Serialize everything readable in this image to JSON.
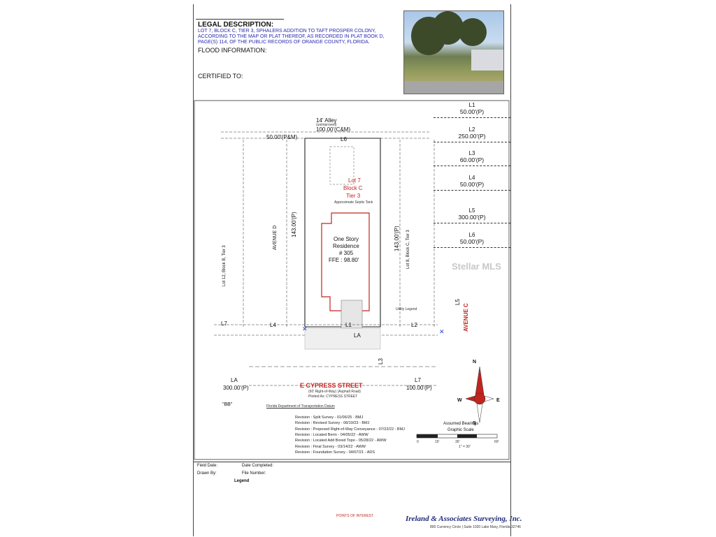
{
  "header": {
    "legal_heading": "LEGAL DESCRIPTION:",
    "legal_text": "LOT 7, BLOCK C, TIER 3, SPHALERS ADDITION TO TAFT PROSPER COLONY, ACCORDING TO THE MAP OR PLAT THEREOF, AS RECORDED IN PLAT BOOK D, PAGE(S) 114, OF THE PUBLIC RECORDS OF ORANGE COUNTY, FLORIDA.",
    "flood_label": "FLOOD INFORMATION:",
    "certified_label": "CERTIFIED TO:"
  },
  "plan": {
    "alley_name": "14' Alley",
    "alley_note": "(unimproved)",
    "alley_width": "100.00'(C&M)",
    "north_dim": "50.00'(P&M)",
    "west_dim": "143.00'(P)",
    "east_dim": "143.00'(P)",
    "lot_label_1": "Lot 7",
    "lot_label_2": "Block C",
    "lot_label_3": "Tier 3",
    "residence_1": "One Story",
    "residence_2": "Residence",
    "residence_3": "# 305",
    "residence_4": "FFE : 98.80'",
    "west_lot": "Lot 12, Block B, Tier 3",
    "east_lot": "Lot 8, Block C, Tier 3",
    "avenue_d": "AVENUE D",
    "avenue_c": "AVENUE C",
    "street_main": "E CYPRESS STREET",
    "street_sub": "(60' Right-of-Way) (Asphalt Road)",
    "street_sub2": "Plotted As: CYPRESS STREET",
    "bottom_la": "LA",
    "bottom_la_val": "300.00'(P)",
    "bottom_l7": "L7",
    "bottom_l7_val": "100.00'(P)",
    "l_marks": [
      "L7",
      "L4",
      "L1",
      "L2",
      "LA",
      "L6",
      "L3",
      "L5"
    ],
    "benchmark_bb": "\"BB\"",
    "utility_legend": "Utility Legend",
    "septic_tank": "Approximate Septic Tank",
    "bearings": "Assumed Bearings",
    "graphic_scale": "Graphic Scale",
    "scale_ticks": [
      "0",
      "15'",
      "30'",
      "60'"
    ],
    "scale_note": "1\" = 30'",
    "fdot": "Florida Department of Transportation Datum"
  },
  "line_table": [
    {
      "label": "L1",
      "value": "50.00'(P)"
    },
    {
      "label": "L2",
      "value": "250.00'(P)"
    },
    {
      "label": "L3",
      "value": "60.00'(P)"
    },
    {
      "label": "L4",
      "value": "50.00'(P)"
    },
    {
      "label": "L5",
      "value": "300.00'(P)"
    },
    {
      "label": "L6",
      "value": "50.00'(P)"
    }
  ],
  "revisions": [
    "Revision : Split Survey - 01/06/25 - BMJ",
    "Revision : Revised Survey - 08/19/23 - BMJ",
    "Revision : Proposed Right-of-Way Conveyance - 07/22/22 - BMJ",
    "Revision : Located Berm - 04/05/22 - AWW",
    "Revision : Located Add Bored Topo - 05/28/22 - AWW",
    "Revision : Final Survey - 03/14/22 - AWW",
    "Revision : Foundation Survey - 04/07/21 - ADS"
  ],
  "compass": {
    "n": "N",
    "s": "S",
    "e": "E",
    "w": "W"
  },
  "footer": {
    "field_date": "Field Date:",
    "date_completed": "Date Completed:",
    "drawn_by": "Drawn By:",
    "file_number": "File Number:",
    "legend": "Legend",
    "company": "Ireland & Associates Surveying, Inc.",
    "company_addr": "800 Currency Circle | Suite 1020 Lake Mary, Florida 32746",
    "points_of_interest": "POINTS OF INTEREST"
  },
  "watermark": "Stellar MLS",
  "colors": {
    "lot_outline": "#c0251f",
    "text_blue": "#2a2ab0",
    "company": "#1f2b7a"
  }
}
